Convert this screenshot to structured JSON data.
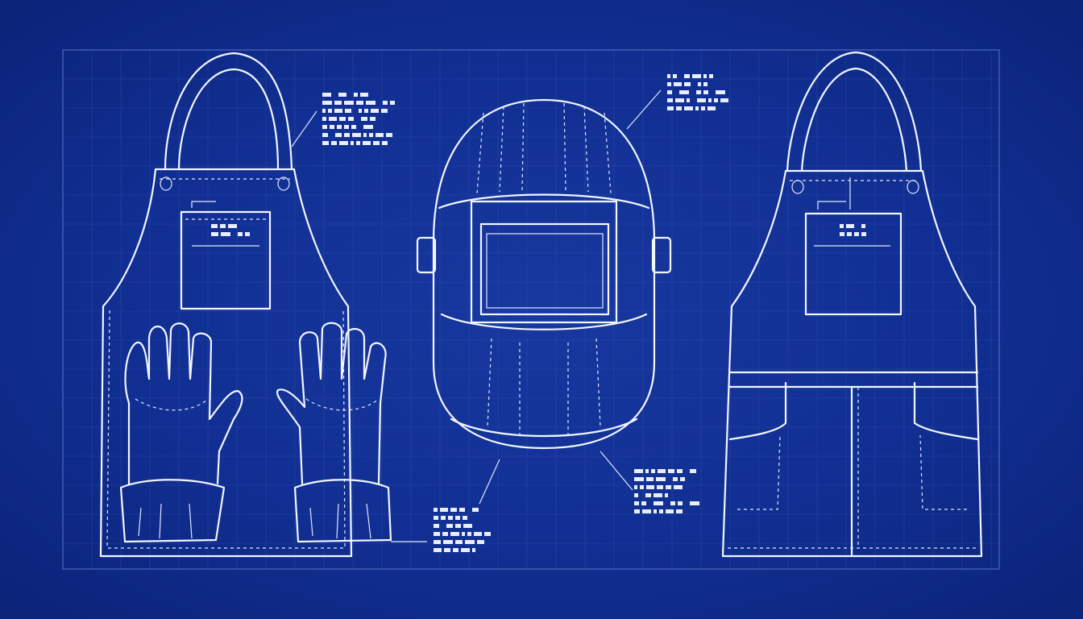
{
  "colors": {
    "background": "#112f92",
    "linework": "#f2f6ff",
    "grid": "#3a58b8"
  },
  "subjects": [
    "apron-front",
    "welding-gloves",
    "welding-helmet",
    "apron-with-pockets"
  ]
}
